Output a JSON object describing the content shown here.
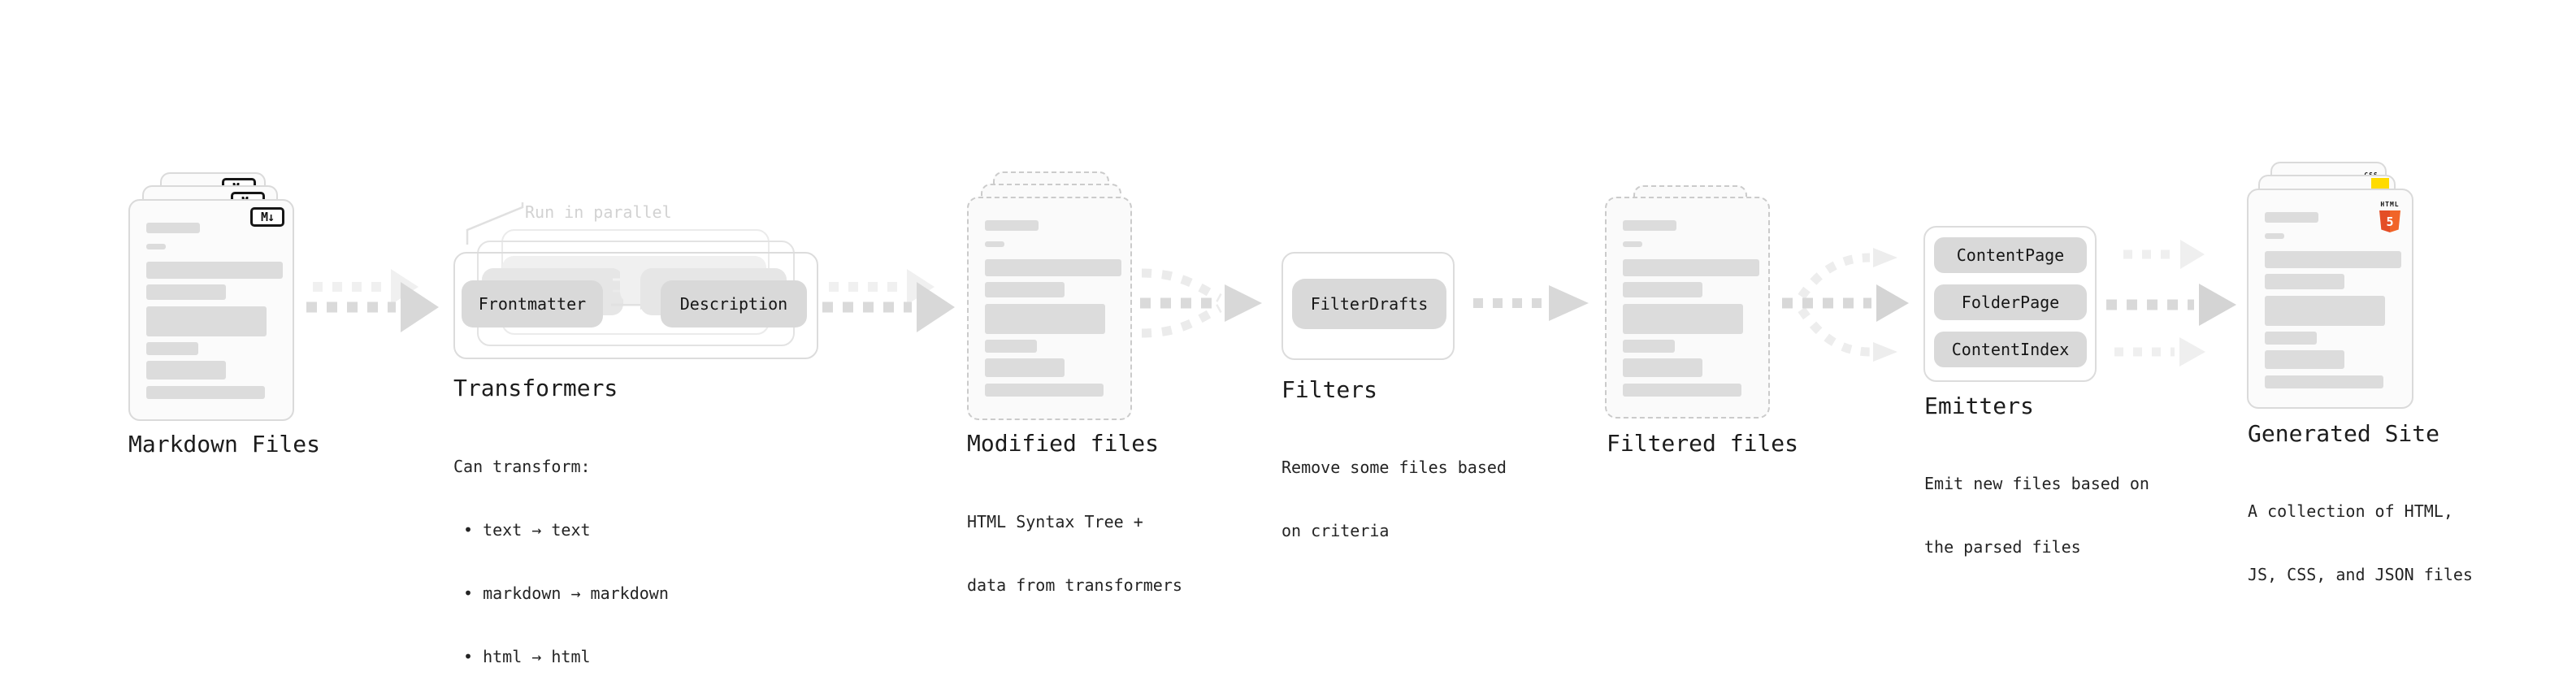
{
  "stages": {
    "markdown_files": {
      "label": "Markdown Files",
      "badge": "M↓"
    },
    "transformers": {
      "label": "Transformers",
      "note": "Run in parallel",
      "plugins": [
        "Frontmatter",
        "Description"
      ],
      "desc_title": "Can transform:",
      "bullets": [
        "• text → text",
        "• markdown → markdown",
        "• html → html"
      ]
    },
    "modified_files": {
      "label": "Modified files",
      "desc": [
        "HTML Syntax Tree +",
        "data from transformers"
      ]
    },
    "filters": {
      "label": "Filters",
      "plugins": [
        "FilterDrafts"
      ],
      "desc": [
        "Remove some files based",
        "on criteria"
      ]
    },
    "filtered_files": {
      "label": "Filtered files"
    },
    "emitters": {
      "label": "Emitters",
      "plugins": [
        "ContentPage",
        "FolderPage",
        "ContentIndex"
      ],
      "desc": [
        "Emit new files based on",
        "the parsed files"
      ]
    },
    "generated_site": {
      "label": "Generated Site",
      "desc": [
        "A collection of HTML,",
        "JS, CSS, and JSON files"
      ],
      "css_badge": "CSS",
      "html_badge": "HTML",
      "html_badge_number": "5"
    }
  },
  "colors": {
    "html5_orange": "#e44d26",
    "js_yellow": "#ffdb00",
    "css_blue": "#2964e8",
    "chip_gray": "#d9d9d9"
  }
}
